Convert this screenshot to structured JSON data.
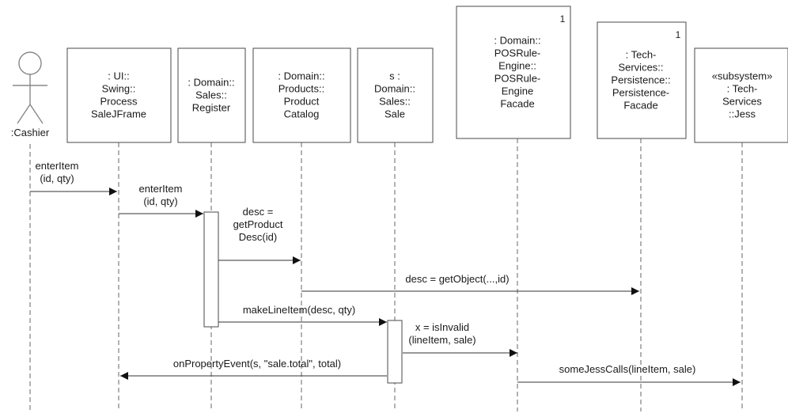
{
  "participants": [
    {
      "id": "cashier",
      "kind": "actor",
      "lines": [
        ":Cashier"
      ],
      "multiplicity": ""
    },
    {
      "id": "ui",
      "kind": "object",
      "lines": [
        ": UI::",
        "Swing::",
        "Process",
        "SaleJFrame"
      ],
      "multiplicity": ""
    },
    {
      "id": "register",
      "kind": "object",
      "lines": [
        ": Domain::",
        "Sales::",
        "Register"
      ],
      "multiplicity": ""
    },
    {
      "id": "catalog",
      "kind": "object",
      "lines": [
        ": Domain::",
        "Products::",
        "Product",
        "Catalog"
      ],
      "multiplicity": ""
    },
    {
      "id": "sale",
      "kind": "object",
      "lines": [
        "s :",
        "Domain::",
        "Sales::",
        "Sale"
      ],
      "multiplicity": ""
    },
    {
      "id": "rules",
      "kind": "object",
      "lines": [
        ": Domain::",
        "POSRule-",
        "Engine::",
        "POSRule-",
        "Engine",
        "Facade"
      ],
      "multiplicity": "1"
    },
    {
      "id": "persistence",
      "kind": "object",
      "lines": [
        ": Tech-",
        "Services::",
        "Persistence::",
        "Persistence-",
        "Facade"
      ],
      "multiplicity": "1"
    },
    {
      "id": "jess",
      "kind": "object",
      "lines": [
        "«subsystem»",
        ": Tech-",
        "Services",
        "::Jess"
      ],
      "multiplicity": ""
    }
  ],
  "messages": [
    {
      "id": "m1",
      "from": "cashier",
      "to": "ui",
      "lines": [
        "enterItem",
        "(id, qty)"
      ]
    },
    {
      "id": "m2",
      "from": "ui",
      "to": "register",
      "lines": [
        "enterItem",
        "(id, qty)"
      ]
    },
    {
      "id": "m3",
      "from": "register",
      "to": "catalog",
      "lines": [
        "desc =",
        "getProduct",
        "Desc(id)"
      ]
    },
    {
      "id": "m4",
      "from": "catalog",
      "to": "persistence",
      "lines": [
        "desc = getObject(...,id)"
      ]
    },
    {
      "id": "m5",
      "from": "register",
      "to": "sale",
      "lines": [
        "makeLineItem(desc, qty)"
      ]
    },
    {
      "id": "m6",
      "from": "sale",
      "to": "rules",
      "lines": [
        "x = isInvalid",
        "(lineItem, sale)"
      ]
    },
    {
      "id": "m7",
      "from": "sale",
      "to": "ui",
      "lines": [
        "onPropertyEvent(s, \"sale.total\", total)"
      ]
    },
    {
      "id": "m8",
      "from": "rules",
      "to": "jess",
      "lines": [
        "someJessCalls(lineItem, sale)"
      ]
    }
  ],
  "colors": {
    "stroke": "#4a4a4a",
    "arrow": "#111111",
    "actor": "#888888",
    "text": "#1a1a1a"
  }
}
